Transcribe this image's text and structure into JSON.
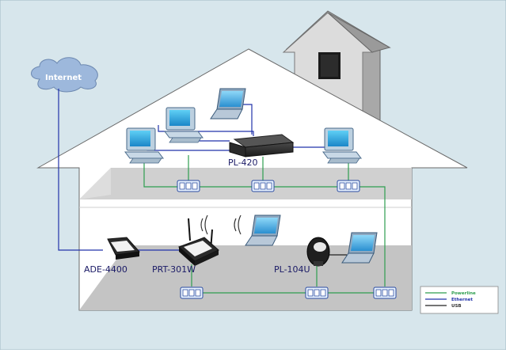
{
  "cloud": {
    "label": "Internet"
  },
  "devices": {
    "switch_label": "PL-420",
    "modem_label": "ADE-4400",
    "router_label": "PRT-301W",
    "adapter_label": "PL-104U"
  },
  "legend": {
    "items": [
      {
        "label": "Powerline",
        "color": "#2e9e4f"
      },
      {
        "label": "Ethernet",
        "color": "#2233aa"
      },
      {
        "label": "USB",
        "color": "#222222"
      }
    ]
  },
  "colors": {
    "background": "#d7e6ec",
    "house_wall": "#ffffff",
    "floor": "#c8c8c8",
    "cloud": "#9db8dc",
    "powerline": "#2e9e4f",
    "ethernet": "#2233aa"
  }
}
